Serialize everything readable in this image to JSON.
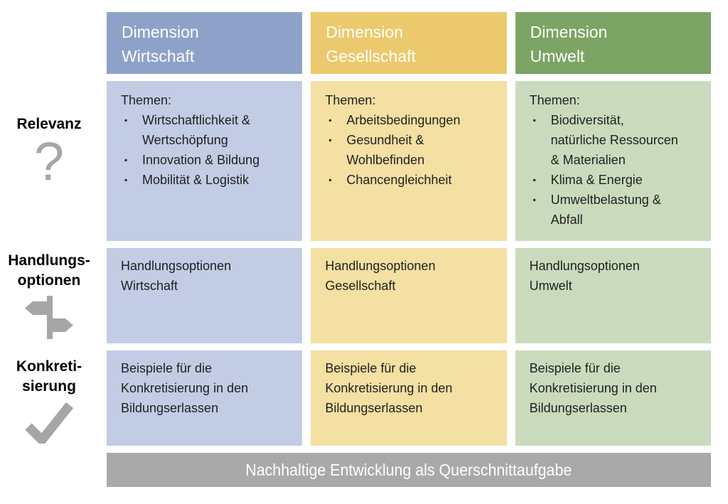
{
  "colors": {
    "wirtschaft_header": "#8EA2C9",
    "wirtschaft_body": "#C2CCE4",
    "gesellschaft_header": "#EBC96C",
    "gesellschaft_body": "#F3E0A2",
    "umwelt_header": "#7BA465",
    "umwelt_body": "#CADBBD",
    "footer_bar": "#A9A9A9",
    "icon_gray": "#A6A6A6",
    "header_text": "#FFFFFF",
    "body_text": "#1F1F1F"
  },
  "bullet": "▪",
  "row_labels": [
    {
      "label": "Relevanz",
      "icon": "question-mark-icon",
      "glyph": "?"
    },
    {
      "label": "Handlungs-\noptionen",
      "icon": "signpost-icon"
    },
    {
      "label": "Konkreti-\nsierung",
      "icon": "checkmark-icon"
    }
  ],
  "columns": [
    {
      "header": "Dimension\nWirtschaft",
      "themen_title": "Themen:",
      "themen": [
        "Wirtschaftlichkeit &\nWertschöpfung",
        "Innovation & Bildung",
        "Mobilität & Logistik"
      ],
      "handlungsoptionen": "Handlungsoptionen\nWirtschaft",
      "konkretisierung": "Beispiele für die\nKonkretisierung in den\nBildungserlassen"
    },
    {
      "header": "Dimension\nGesellschaft",
      "themen_title": "Themen:",
      "themen": [
        "Arbeitsbedingungen",
        "Gesundheit &\nWohlbefinden",
        "Chancengleichheit"
      ],
      "handlungsoptionen": "Handlungsoptionen\nGesellschaft",
      "konkretisierung": "Beispiele für die\nKonkretisierung in den\nBildungserlassen"
    },
    {
      "header": "Dimension\nUmwelt",
      "themen_title": "Themen:",
      "themen": [
        "Biodiversität,\nnatürliche Ressourcen\n& Materialien",
        "Klima & Energie",
        "Umweltbelastung &\nAbfall"
      ],
      "handlungsoptionen": "Handlungsoptionen\nUmwelt",
      "konkretisierung": "Beispiele für die\nKonkretisierung in den\nBildungserlassen"
    }
  ],
  "footer": {
    "label": "Nachhaltige Entwicklung als Querschnittaufgabe"
  }
}
